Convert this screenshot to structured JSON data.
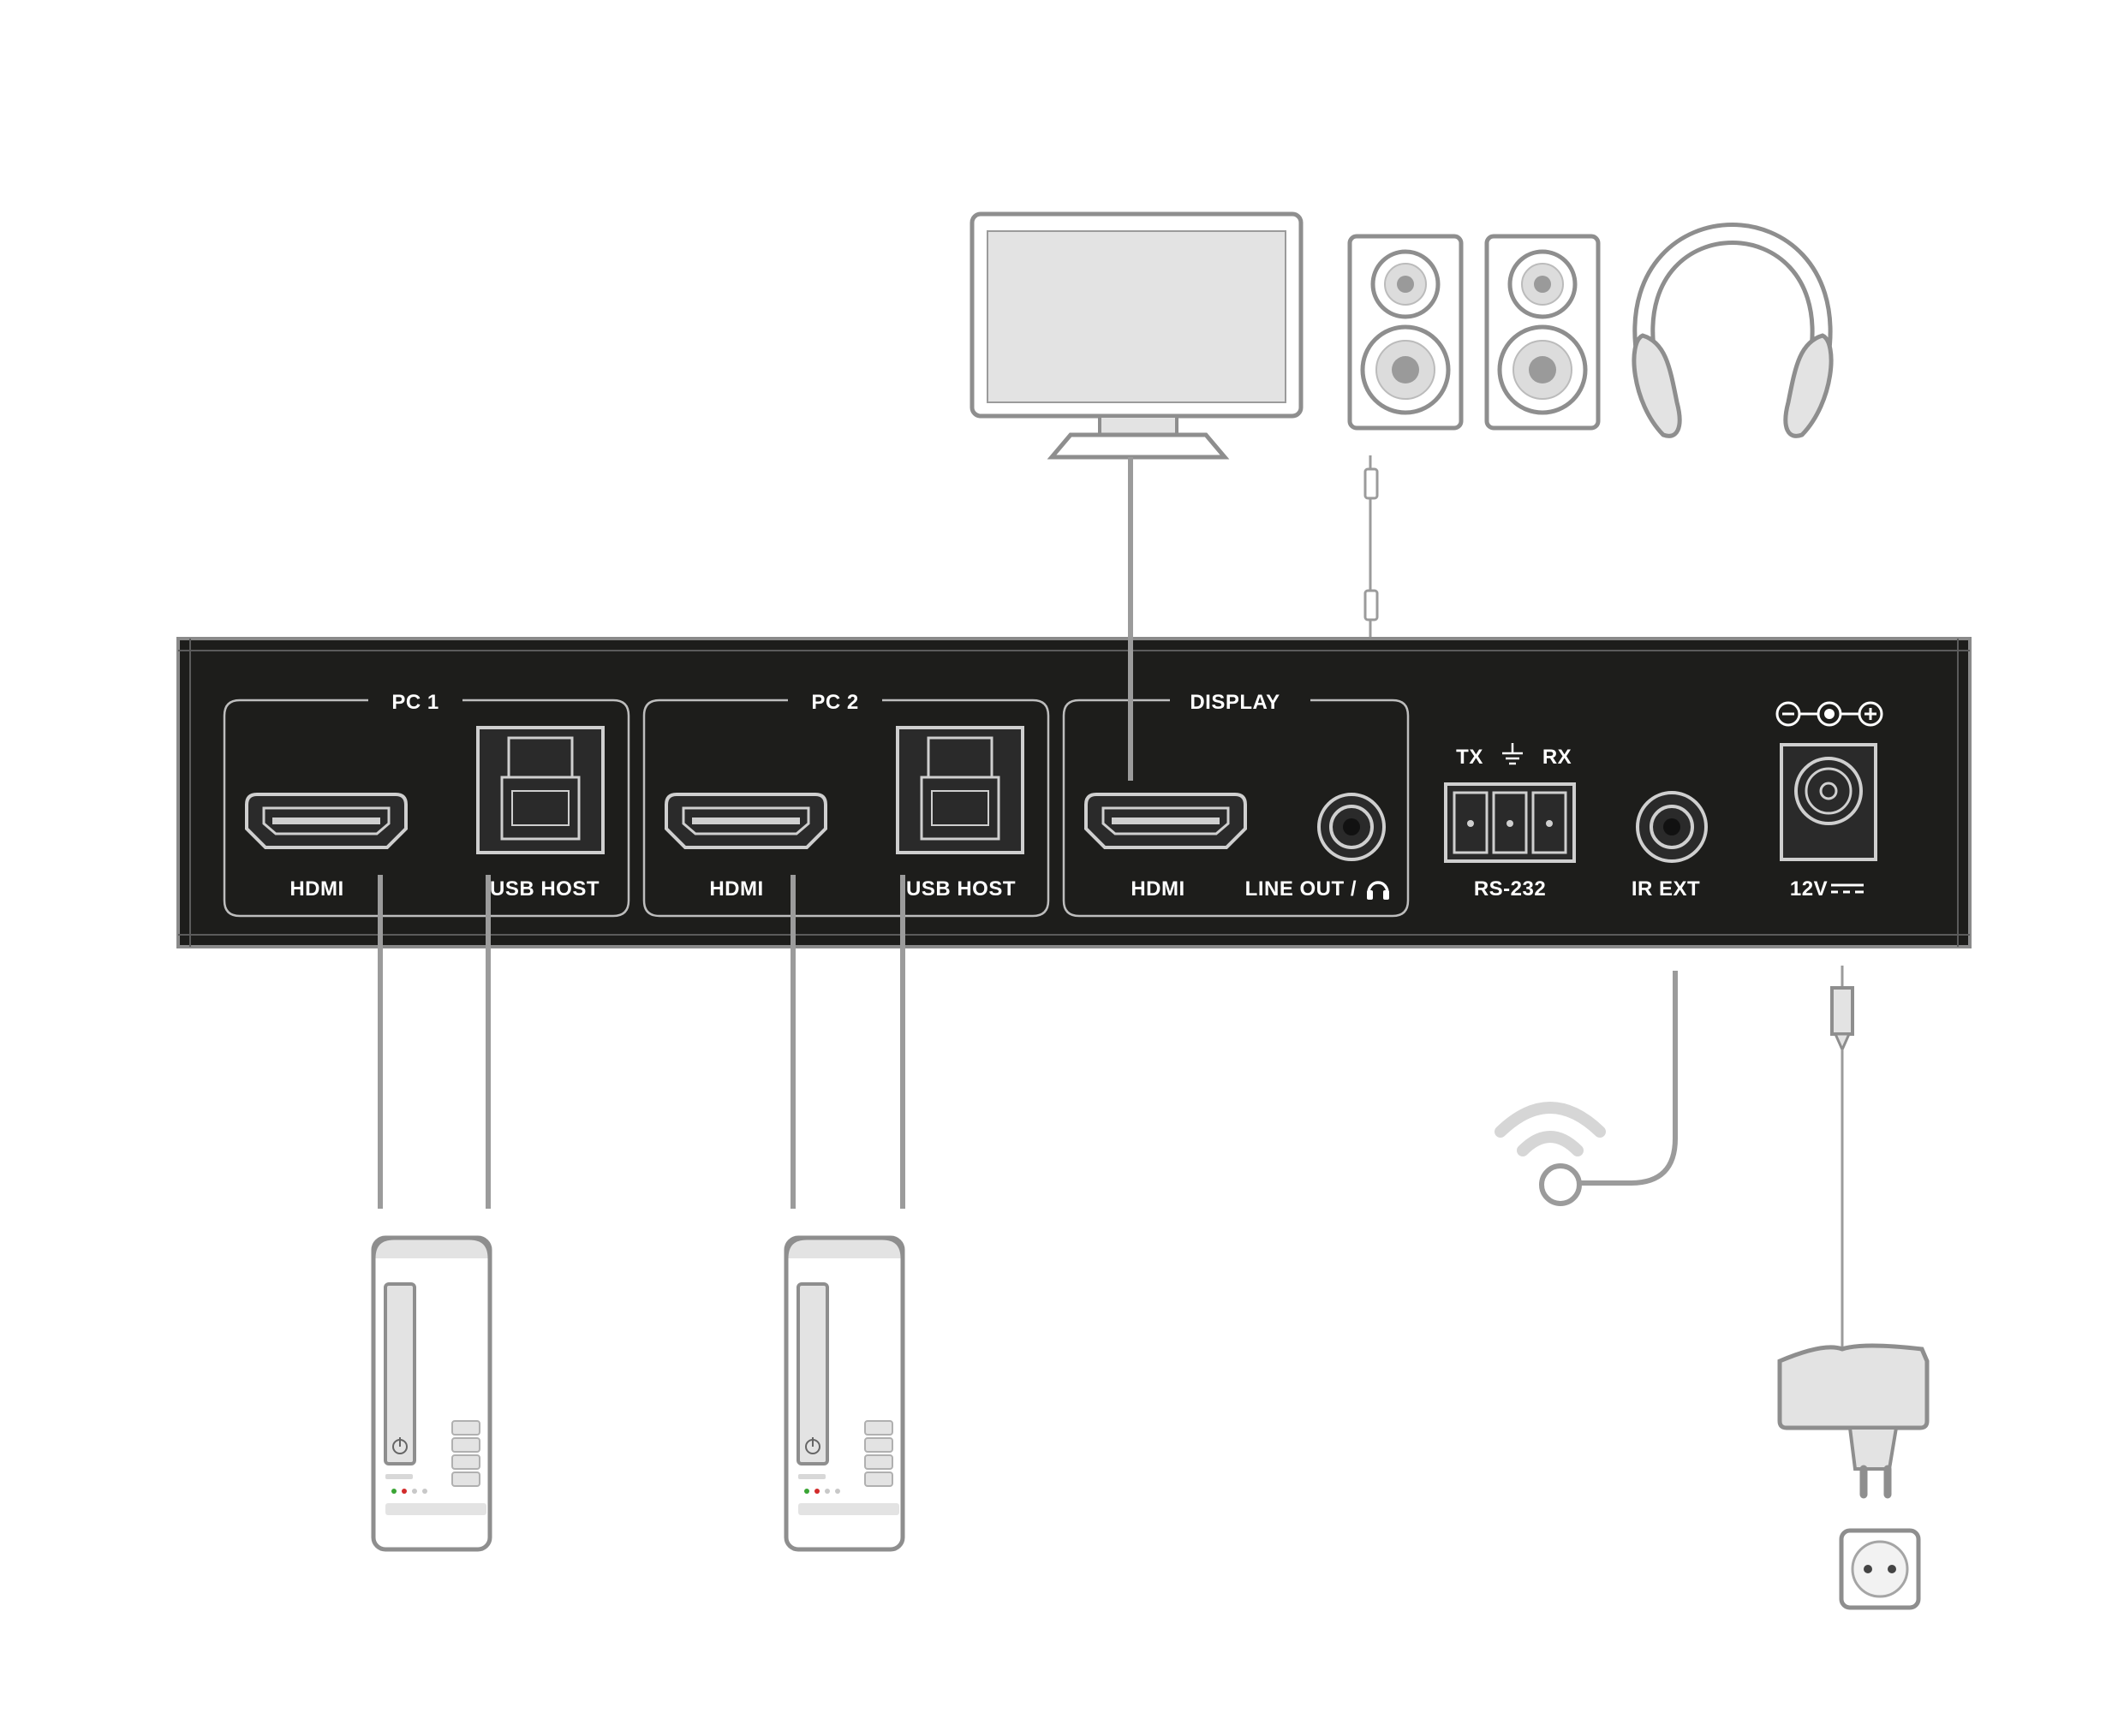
{
  "colors": {
    "panel": "#1d1d1b",
    "panel_edge": "#8a8a8a",
    "device_stroke": "#8e8e8e",
    "device_fill": "#e3e3e3",
    "label": "#ffffff",
    "led_green": "#3aa535",
    "led_red": "#d22b2b"
  },
  "panel": {
    "groups": [
      {
        "id": "pc1",
        "title": "PC 1",
        "ports": [
          "HDMI",
          "USB HOST"
        ]
      },
      {
        "id": "pc2",
        "title": "PC 2",
        "ports": [
          "HDMI",
          "USB HOST"
        ]
      },
      {
        "id": "display",
        "title": "DISPLAY",
        "ports": [
          "HDMI",
          "LINE OUT / "
        ]
      }
    ],
    "rs232": {
      "tx": "TX",
      "rx": "RX",
      "label": "RS-232"
    },
    "ir": {
      "label": "IR EXT"
    },
    "power": {
      "label": "12V"
    }
  },
  "peripherals": {
    "monitor_icon": "monitor-icon",
    "speaker_icon": "speaker-icon",
    "headphones_icon": "headphones-icon",
    "pc_icon": "desktop-pc-icon",
    "ir_icon": "ir-sensor-icon",
    "power_adapter_icon": "power-adapter-icon",
    "outlet_icon": "wall-outlet-icon",
    "power_symbol_icon": "power-icon"
  }
}
